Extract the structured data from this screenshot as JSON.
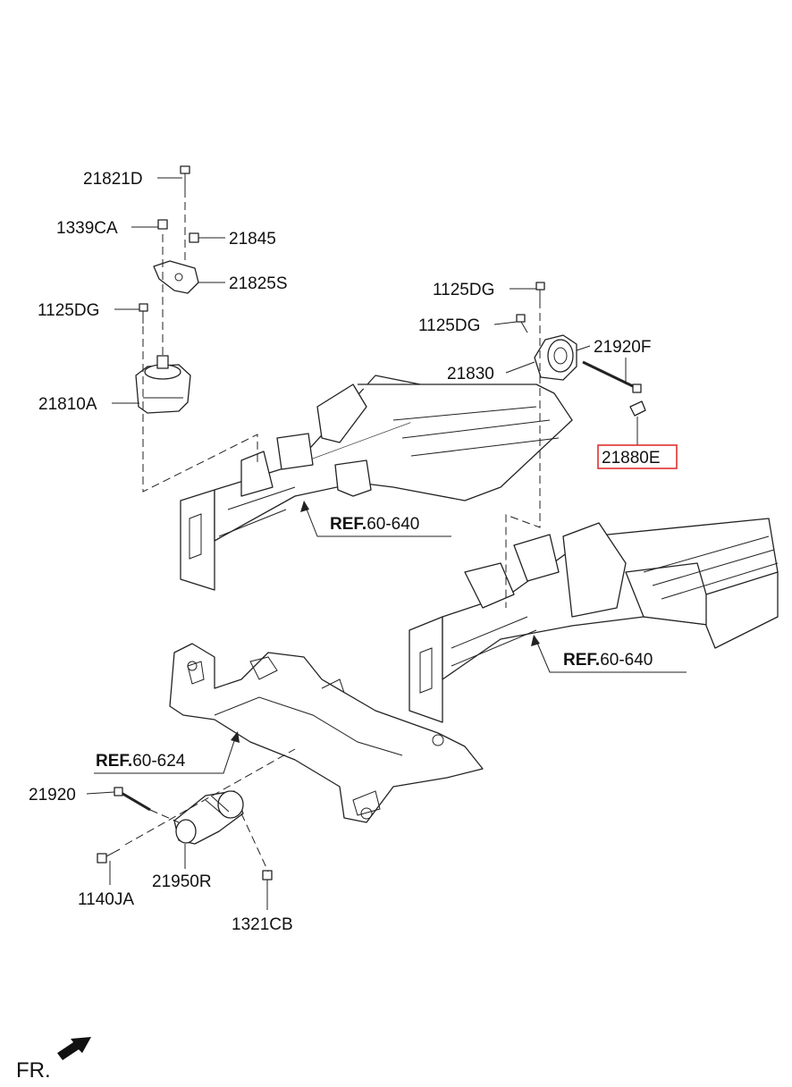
{
  "labels": {
    "p21821D": "21821D",
    "p1339CA": "1339CA",
    "p21845": "21845",
    "p21825S": "21825S",
    "p1125DG_left": "1125DG",
    "p21810A": "21810A",
    "p1125DG_top": "1125DG",
    "p1125DG_mid": "1125DG",
    "p21920F": "21920F",
    "p21830": "21830",
    "p21880E": "21880E",
    "p21920": "21920",
    "p1140JA": "1140JA",
    "p21950R": "21950R",
    "p1321CB": "1321CB"
  },
  "refs": {
    "ref1_bold": "REF.",
    "ref1_num": "60-640",
    "ref2_bold": "REF.",
    "ref2_num": "60-640",
    "ref3_bold": "REF.",
    "ref3_num": "60-624"
  },
  "direction": {
    "label": "FR."
  },
  "colors": {
    "highlight": "#e03030",
    "line": "#222222"
  }
}
